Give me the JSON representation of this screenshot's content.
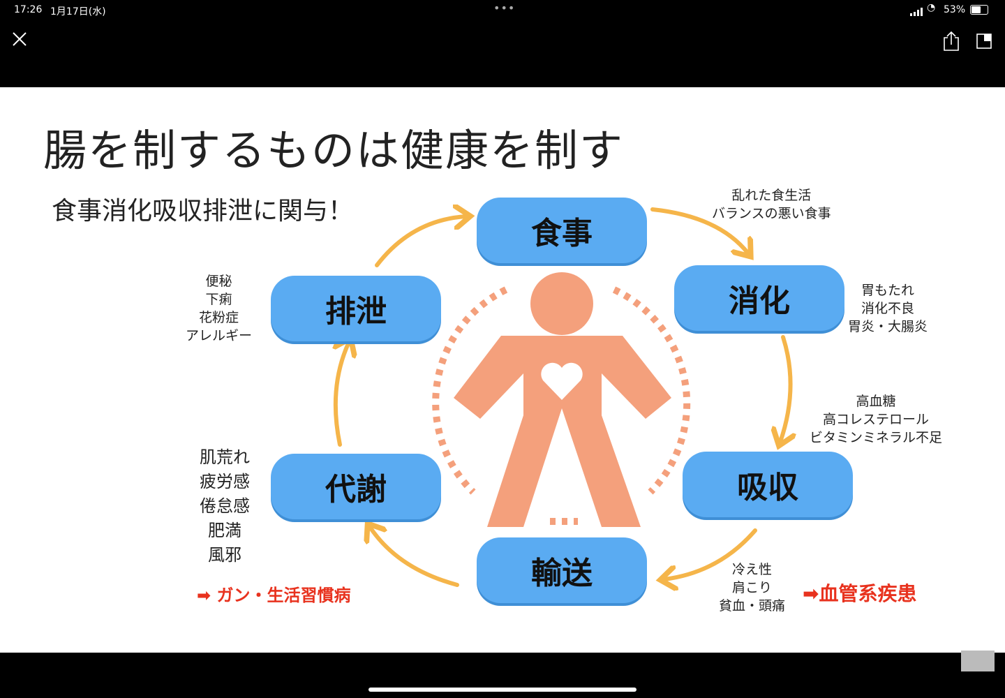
{
  "status_bar": {
    "time": "17:26",
    "date": "1月17日(水)",
    "battery": "53%"
  },
  "slide": {
    "title": "腸を制するものは健康を制す",
    "subtitle": "食事消化吸収排泄に関与！",
    "cycle": [
      "食事",
      "消化",
      "吸収",
      "輸送",
      "代謝",
      "排泄"
    ],
    "notes": {
      "meal": [
        "乱れた食生活",
        "バランスの悪い食事"
      ],
      "digestion": [
        "胃もたれ",
        "消化不良",
        "胃炎・大腸炎"
      ],
      "absorption": [
        "高血糖",
        "高コレステロール",
        "ビタミンミネラル不足"
      ],
      "transport": [
        "冷え性",
        "肩こり",
        "貧血・頭痛"
      ],
      "metabolism": [
        "肌荒れ",
        "疲労感",
        "倦怠感",
        "肥満",
        "風邪"
      ],
      "excretion": [
        "便秘",
        "下痢",
        "花粉症",
        "アレルギー"
      ]
    },
    "result_left": "ガン・生活習慣病",
    "result_right": "血管系疾患"
  },
  "colors": {
    "pill": "#5aabf2",
    "figure": "#f4a07c",
    "arrow": "#f5b54a",
    "red": "#e8321e"
  }
}
